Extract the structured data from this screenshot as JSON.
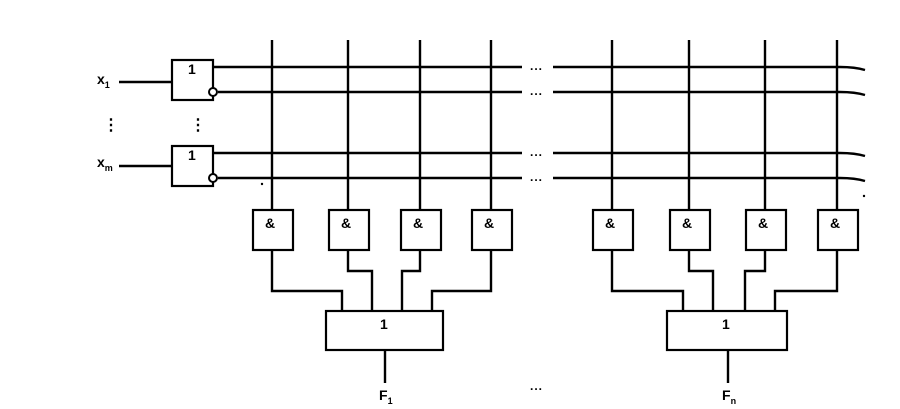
{
  "inputs": [
    {
      "label": "x",
      "sub": "1"
    },
    {
      "label": "x",
      "sub": "m"
    }
  ],
  "input_gate_label": "1",
  "and_gate_label": "&",
  "or_gate_label": "1",
  "outputs": [
    {
      "label": "F",
      "sub": "1"
    },
    {
      "label": "F",
      "sub": "n"
    }
  ],
  "ellipsis": "...",
  "vertical_ellipsis": "⋮"
}
